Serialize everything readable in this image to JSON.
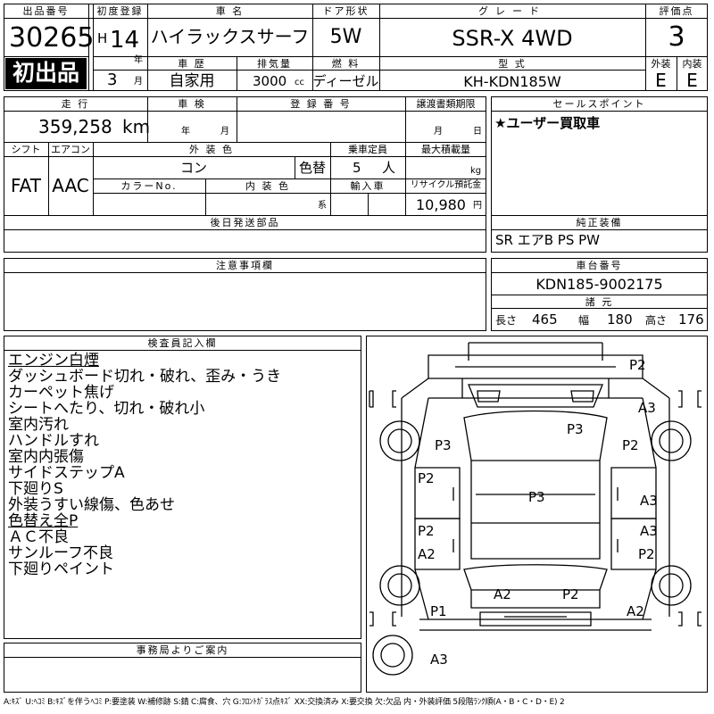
{
  "top": {
    "lot_no_label": "出品番号",
    "lot_no": "30265",
    "first_listing": "初出品",
    "first_reg_label": "初度登録",
    "era": "H",
    "year": "14",
    "year_unit": "年",
    "month": "3",
    "month_unit": "月",
    "model_label": "車 名",
    "model": "ハイラックスサーフ",
    "doors_label": "ドア形状",
    "doors": "5W",
    "grade_label": "グレード",
    "grade": "SSR-X 4WD",
    "score_label": "評価点",
    "score": "3",
    "history_label": "車 歴",
    "history": "自家用",
    "displacement_label": "排気量",
    "displacement": "3000",
    "displacement_unit": "cc",
    "fuel_label": "燃 料",
    "fuel": "ディーゼル",
    "type_label": "型 式",
    "type": "KH-KDN185W",
    "ext_label": "外装",
    "ext": "E",
    "int_label": "内装",
    "int": "E"
  },
  "row2": {
    "mileage_label": "走 行",
    "mileage": "359,258",
    "mileage_unit": "km",
    "inspection_label": "車 検",
    "inspection_year_unit": "年",
    "inspection_month_unit": "月",
    "reg_no_label": "登 録 番 号",
    "transfer_label": "譲渡書類期限",
    "transfer_month_unit": "月",
    "transfer_day_unit": "日",
    "sales_point_label": "セールスポイント",
    "sales_point": "★ユーザー買取車",
    "shift_label": "シフト",
    "shift": "FAT",
    "ac_label": "エアコン",
    "ac": "AAC",
    "color_label": "外 装 色",
    "color": "コン",
    "color_change_label": "色替",
    "capacity_label": "乗車定員",
    "capacity": "5",
    "capacity_unit": "人",
    "load_label": "最大積載量",
    "load_unit": "kg",
    "color_no_label": "カラーNo.",
    "interior_color_label": "内 装 色",
    "interior_color_suffix": "系",
    "import_label": "輸入車",
    "recycle_label": "リサイクル預託金",
    "recycle": "10,980",
    "recycle_unit": "円",
    "later_parts_label": "後日発送部品",
    "equipment_label": "純正装備",
    "equipment": "SR エアB PS PW"
  },
  "notes": {
    "caution_label": "注意事項欄",
    "chassis_label": "車台番号",
    "chassis": "KDN185-9002175",
    "dims_label": "諸 元",
    "length_label": "長さ",
    "length": "465",
    "width_label": "幅",
    "width": "180",
    "height_label": "高さ",
    "height": "176"
  },
  "inspector": {
    "label": "検査員記入欄",
    "lines": [
      "エンジン白煙",
      "ダッシュボード切れ・破れ、歪み・うき",
      "カーペット焦げ",
      "シートへたり、切れ・破れ小",
      "室内汚れ",
      "ハンドルすれ",
      "室内内張傷",
      "サイドステップA",
      "下廻りS",
      "外装うすい線傷、色あせ",
      "色替え全P",
      "ＡＣ不良",
      "サンルーフ不良",
      "下廻りペイント"
    ]
  },
  "office": {
    "label": "事務局よりご案内"
  },
  "diagram": {
    "marks": [
      "P2",
      "A3",
      "P3",
      "P3",
      "P2",
      "P2",
      "P3",
      "A3",
      "P2",
      "A3",
      "A2",
      "P2",
      "A2",
      "P2",
      "P1",
      "A2",
      "A3"
    ]
  },
  "legend": "A:ｷｽﾞ U:ﾍｺﾐ B:ｷｽﾞを伴うﾍｺﾐ P:要塗装 W:補修跡 S:錆 C:腐食、穴 G:ﾌﾛﾝﾄｶﾞﾗｽ点ｷｽﾞ XX:交換済み X:要交換 欠:欠品 内・外装評価 5段階ﾗﾝｸ順(A・B・C・D・E) 2"
}
